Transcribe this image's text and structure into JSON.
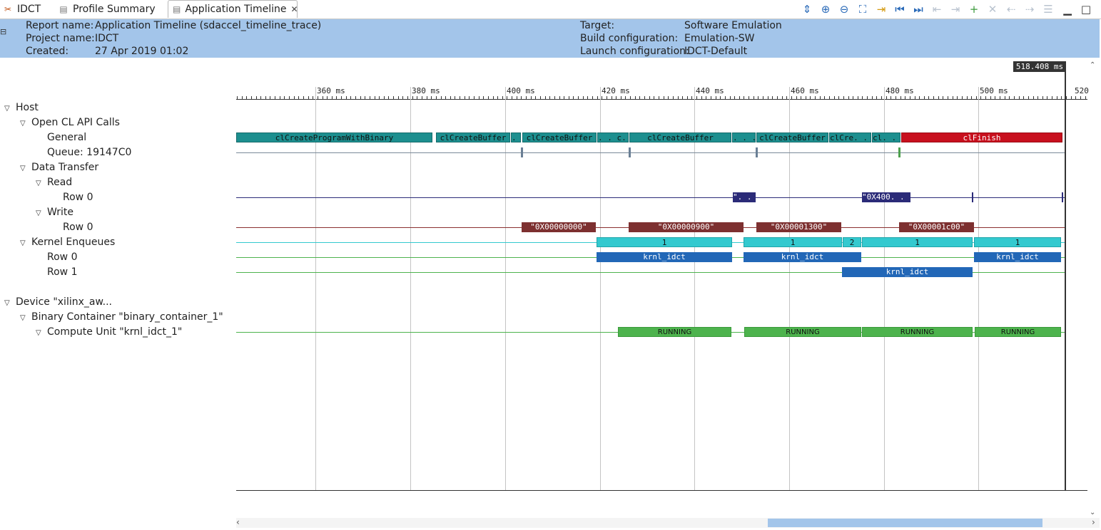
{
  "tabs": [
    {
      "label": "IDCT",
      "icon": "tools-icon"
    },
    {
      "label": "Profile Summary",
      "icon": "document-icon"
    },
    {
      "label": "Application Timeline",
      "icon": "document-icon"
    }
  ],
  "header": {
    "report_label": "Report name:",
    "report_value": "Application Timeline (sdaccel_timeline_trace)",
    "project_label": "Project name:",
    "project_value": "IDCT",
    "created_label": "Created:",
    "created_value": "27 Apr 2019 01:02",
    "target_label": "Target:",
    "target_value": "Software Emulation",
    "build_label": "Build configuration:",
    "build_value": "Emulation-SW",
    "launch_label": "Launch configuration:",
    "launch_value": "IDCT-Default"
  },
  "cursor_time": "518.408 ms",
  "ticks": [
    "360 ms",
    "380 ms",
    "400 ms",
    "420 ms",
    "440 ms",
    "460 ms",
    "480 ms",
    "500 ms",
    "520"
  ],
  "tree": {
    "host": "Host",
    "opencl": "Open CL API Calls",
    "general": "General",
    "queue": "Queue: 19147C0",
    "data_transfer": "Data Transfer",
    "read": "Read",
    "read_row0": "Row 0",
    "write": "Write",
    "write_row0": "Row 0",
    "kernel_enqueues": "Kernel Enqueues",
    "ke_row0": "Row 0",
    "ke_row1": "Row 1",
    "device": "Device \"xilinx_aw...",
    "binary": "Binary Container \"binary_container_1\"",
    "cu": "Compute Unit \"krnl_idct_1\""
  },
  "bars": {
    "general": [
      "clCreateProgramWithBinary",
      "clCreateBuffer",
      ". . .",
      "clCreateBuffer",
      ". . c. . .",
      "clCreateBuffer",
      ". . .",
      "clCreateBuffer",
      "clCre. . .",
      "cl. . .",
      "clFinish"
    ],
    "read": [
      "\". . .",
      "\"0X400. . ."
    ],
    "write": [
      "\"0X00000000\"",
      "\"0X00000900\"",
      "\"0X00001300\"",
      "\"0X00001c00\""
    ],
    "enqueue": [
      "1",
      "1",
      "2",
      "1",
      "1"
    ],
    "kernel_row0": [
      "krnl_idct",
      "krnl_idct",
      "krnl_idct"
    ],
    "kernel_row1": [
      "krnl_idct"
    ],
    "running": [
      "RUNNING",
      "RUNNING",
      "RUNNING",
      "RUNNING"
    ]
  },
  "colors": {
    "header_bg": "#a3c5ea",
    "api_teal": "#1d8f8f",
    "finish_red": "#c8101e",
    "read_navy": "#2b2b78",
    "write_brown": "#7d3030",
    "enqueue_cyan": "#33c9cf",
    "kernel_blue": "#2267b7",
    "running_green": "#4db34d"
  }
}
